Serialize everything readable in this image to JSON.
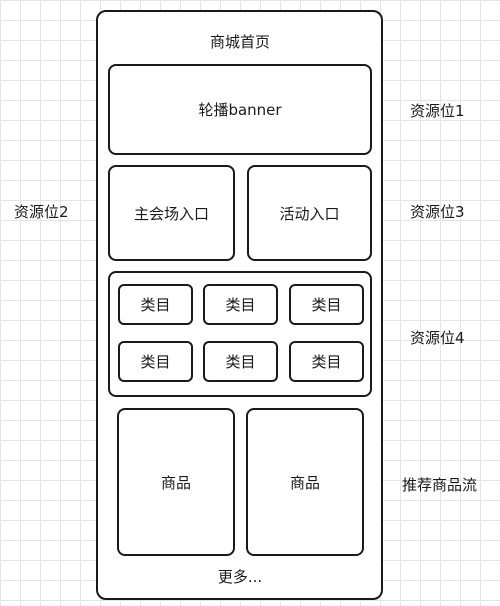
{
  "phone": {
    "title": "商城首页",
    "banner": "轮播banner",
    "main_venue": "主会场入口",
    "activity": "活动入口",
    "categories": [
      "类目",
      "类目",
      "类目",
      "类目",
      "类目",
      "类目"
    ],
    "products": [
      "商品",
      "商品"
    ],
    "more": "更多..."
  },
  "side_labels": {
    "slot1": "资源位1",
    "slot2": "资源位2",
    "slot3": "资源位3",
    "slot4": "资源位4",
    "feed": "推荐商品流"
  }
}
